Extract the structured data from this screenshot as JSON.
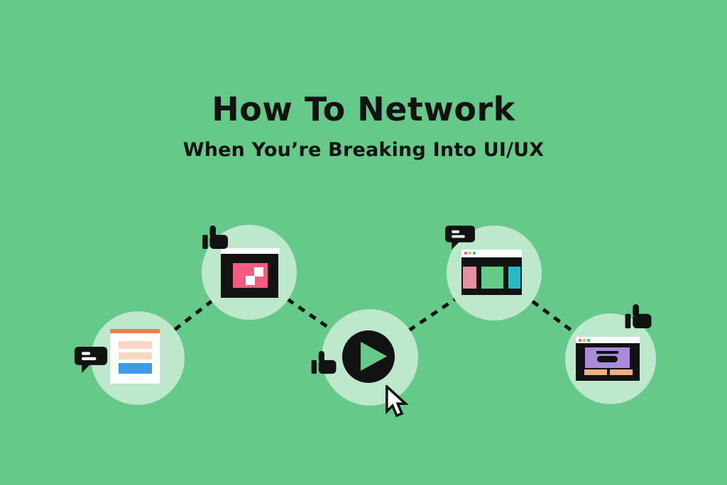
{
  "header": {
    "title": "How To Network",
    "subtitle": "When You’re Breaking Into UI/UX"
  },
  "colors": {
    "background": "#64C989",
    "node_circle": "#BEE8CC",
    "ink": "#121212",
    "white": "#FFFFFF",
    "pink": "#F15C7F",
    "rose": "#E58FA2",
    "teal": "#2BB8C5",
    "purple": "#A98CD9",
    "orange": "#EF7E47",
    "peach": "#FAD7C5",
    "apricot": "#F4AE85",
    "blue": "#3E9BEA",
    "yellow": "#F2B33D"
  },
  "illustration": {
    "connector_count": 4,
    "nodes": [
      {
        "label": "article-card",
        "badge_icon": "chat-bubble-icon"
      },
      {
        "label": "design-window",
        "badge_icon": "thumbs-up-icon"
      },
      {
        "label": "video-play-button",
        "badge_icon": "thumbs-up-icon",
        "overlay_icon": "cursor-icon"
      },
      {
        "label": "layout-window",
        "badge_icon": "chat-bubble-icon"
      },
      {
        "label": "landing-page-window",
        "badge_icon": "thumbs-up-icon"
      }
    ]
  }
}
